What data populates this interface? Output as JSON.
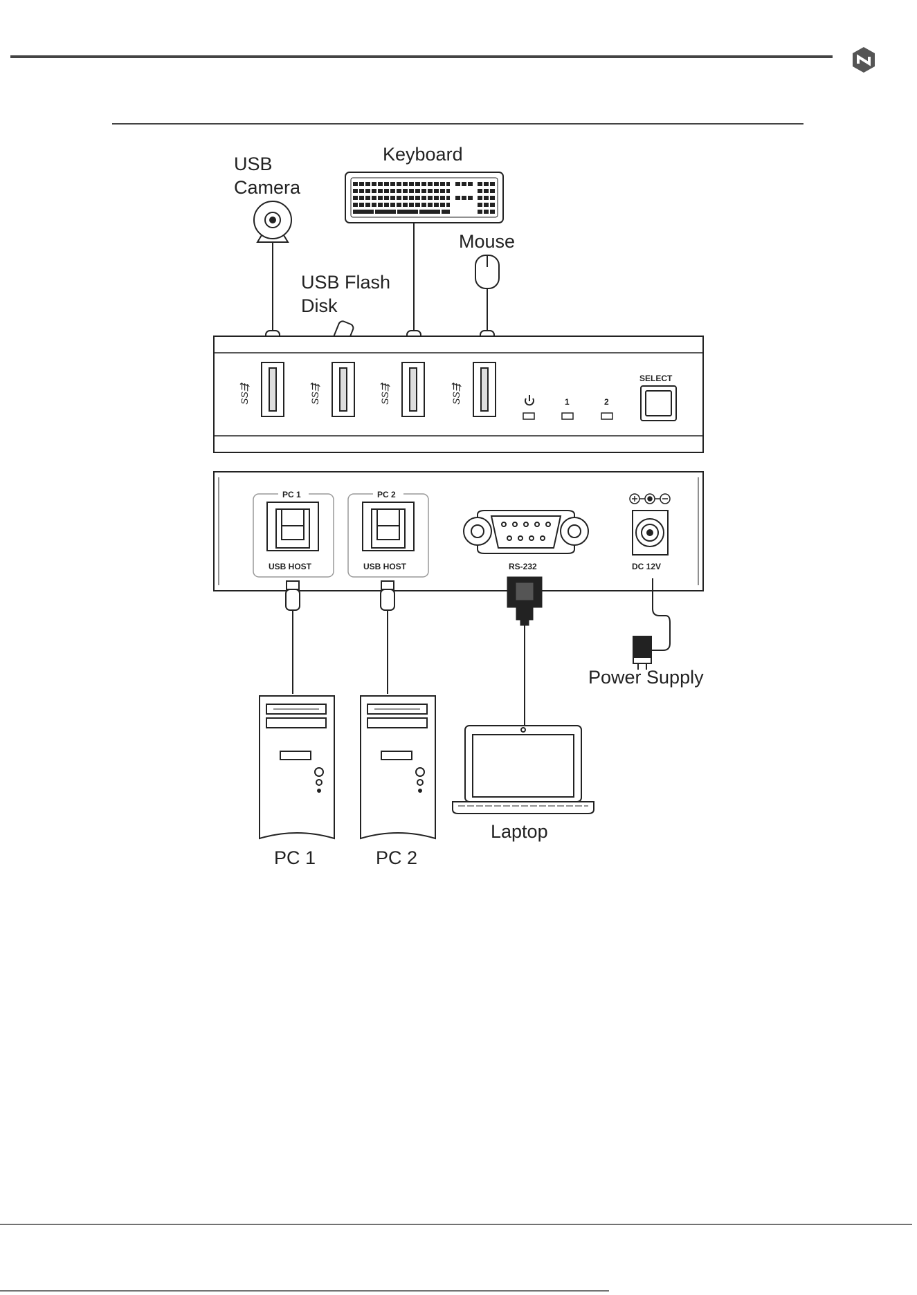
{
  "labels": {
    "usb_camera_1": "USB",
    "usb_camera_2": "Camera",
    "keyboard": "Keyboard",
    "mouse": "Mouse",
    "usb_flash_1": "USB Flash",
    "usb_flash_2": "Disk",
    "led_1": "1",
    "led_2": "2",
    "select": "SELECT",
    "pc1_top": "PC 1",
    "pc2_top": "PC 2",
    "usb_host_1": "USB HOST",
    "usb_host_2": "USB HOST",
    "rs232": "RS-232",
    "dc": "DC 12V",
    "power_supply": "Power Supply",
    "laptop": "Laptop",
    "pc1": "PC 1",
    "pc2": "PC 2"
  },
  "icons": {
    "brand": "brand-logo-icon",
    "power": "power-icon",
    "usb3": "usb3-icon",
    "polarity": "polarity-icon"
  },
  "colors": {
    "line": "#222222",
    "rule": "#444444",
    "brand": "#555555"
  }
}
